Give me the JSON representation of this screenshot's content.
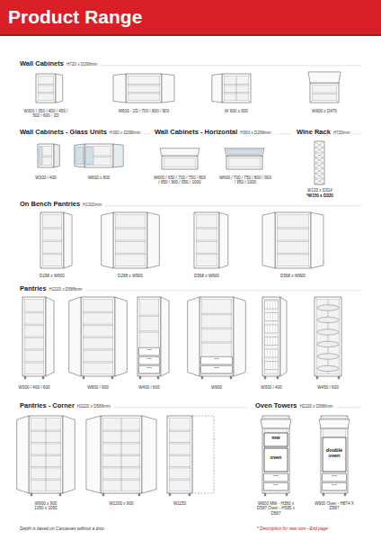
{
  "diagram": {
    "title": "Product Range",
    "labels": [
      "Wall Cabinets",
      "H720 x D298mm",
      "W300 / 350 / 400 / 450 / 500 / 600 - 2D",
      "W600 - 2D / 700 / 800 / 900",
      "W 600 x 600",
      "W600 x D470",
      "Wall Cabinets - Glass Units",
      "H360 x D298mm",
      "Wall Cabinets - Horizontal",
      "H360 x D298mm",
      "Wine Rack",
      "H720mm",
      "W300 / 400",
      "W600 x 800",
      "W600 / 650 / 700 / 750 / 800 / 850 / 900 / 950 / 1000",
      "W600 / 700 / 750 / 800 / 900 / 950 / 1000",
      "W133 x D314",
      "*W150 x D320",
      "On Bench Pantries",
      "H1320mm",
      "D298 x W600",
      "D298 x W900",
      "D568 x W600",
      "D568 x W900",
      "Pantries",
      "H2220 x D588mm",
      "W300 / 400 / 600",
      "W800 / 900",
      "W400 / 600",
      "W900",
      "W300 / 400",
      "W450 / 600",
      "Pantries - Corner",
      "H2220 x D588mm",
      "W900 x 900 1050 x 1050",
      "W1200 x 900",
      "W1150",
      "Oven Towers",
      "H2220 x D588mm",
      "mw",
      "oven",
      "double oven",
      "W600 MW - H380 x D587 Oven - H595 x D587",
      "W600 Oven - H874 X D587",
      "Depth is based on Carcasses without a door.",
      "* Description for new size - End page"
    ]
  }
}
